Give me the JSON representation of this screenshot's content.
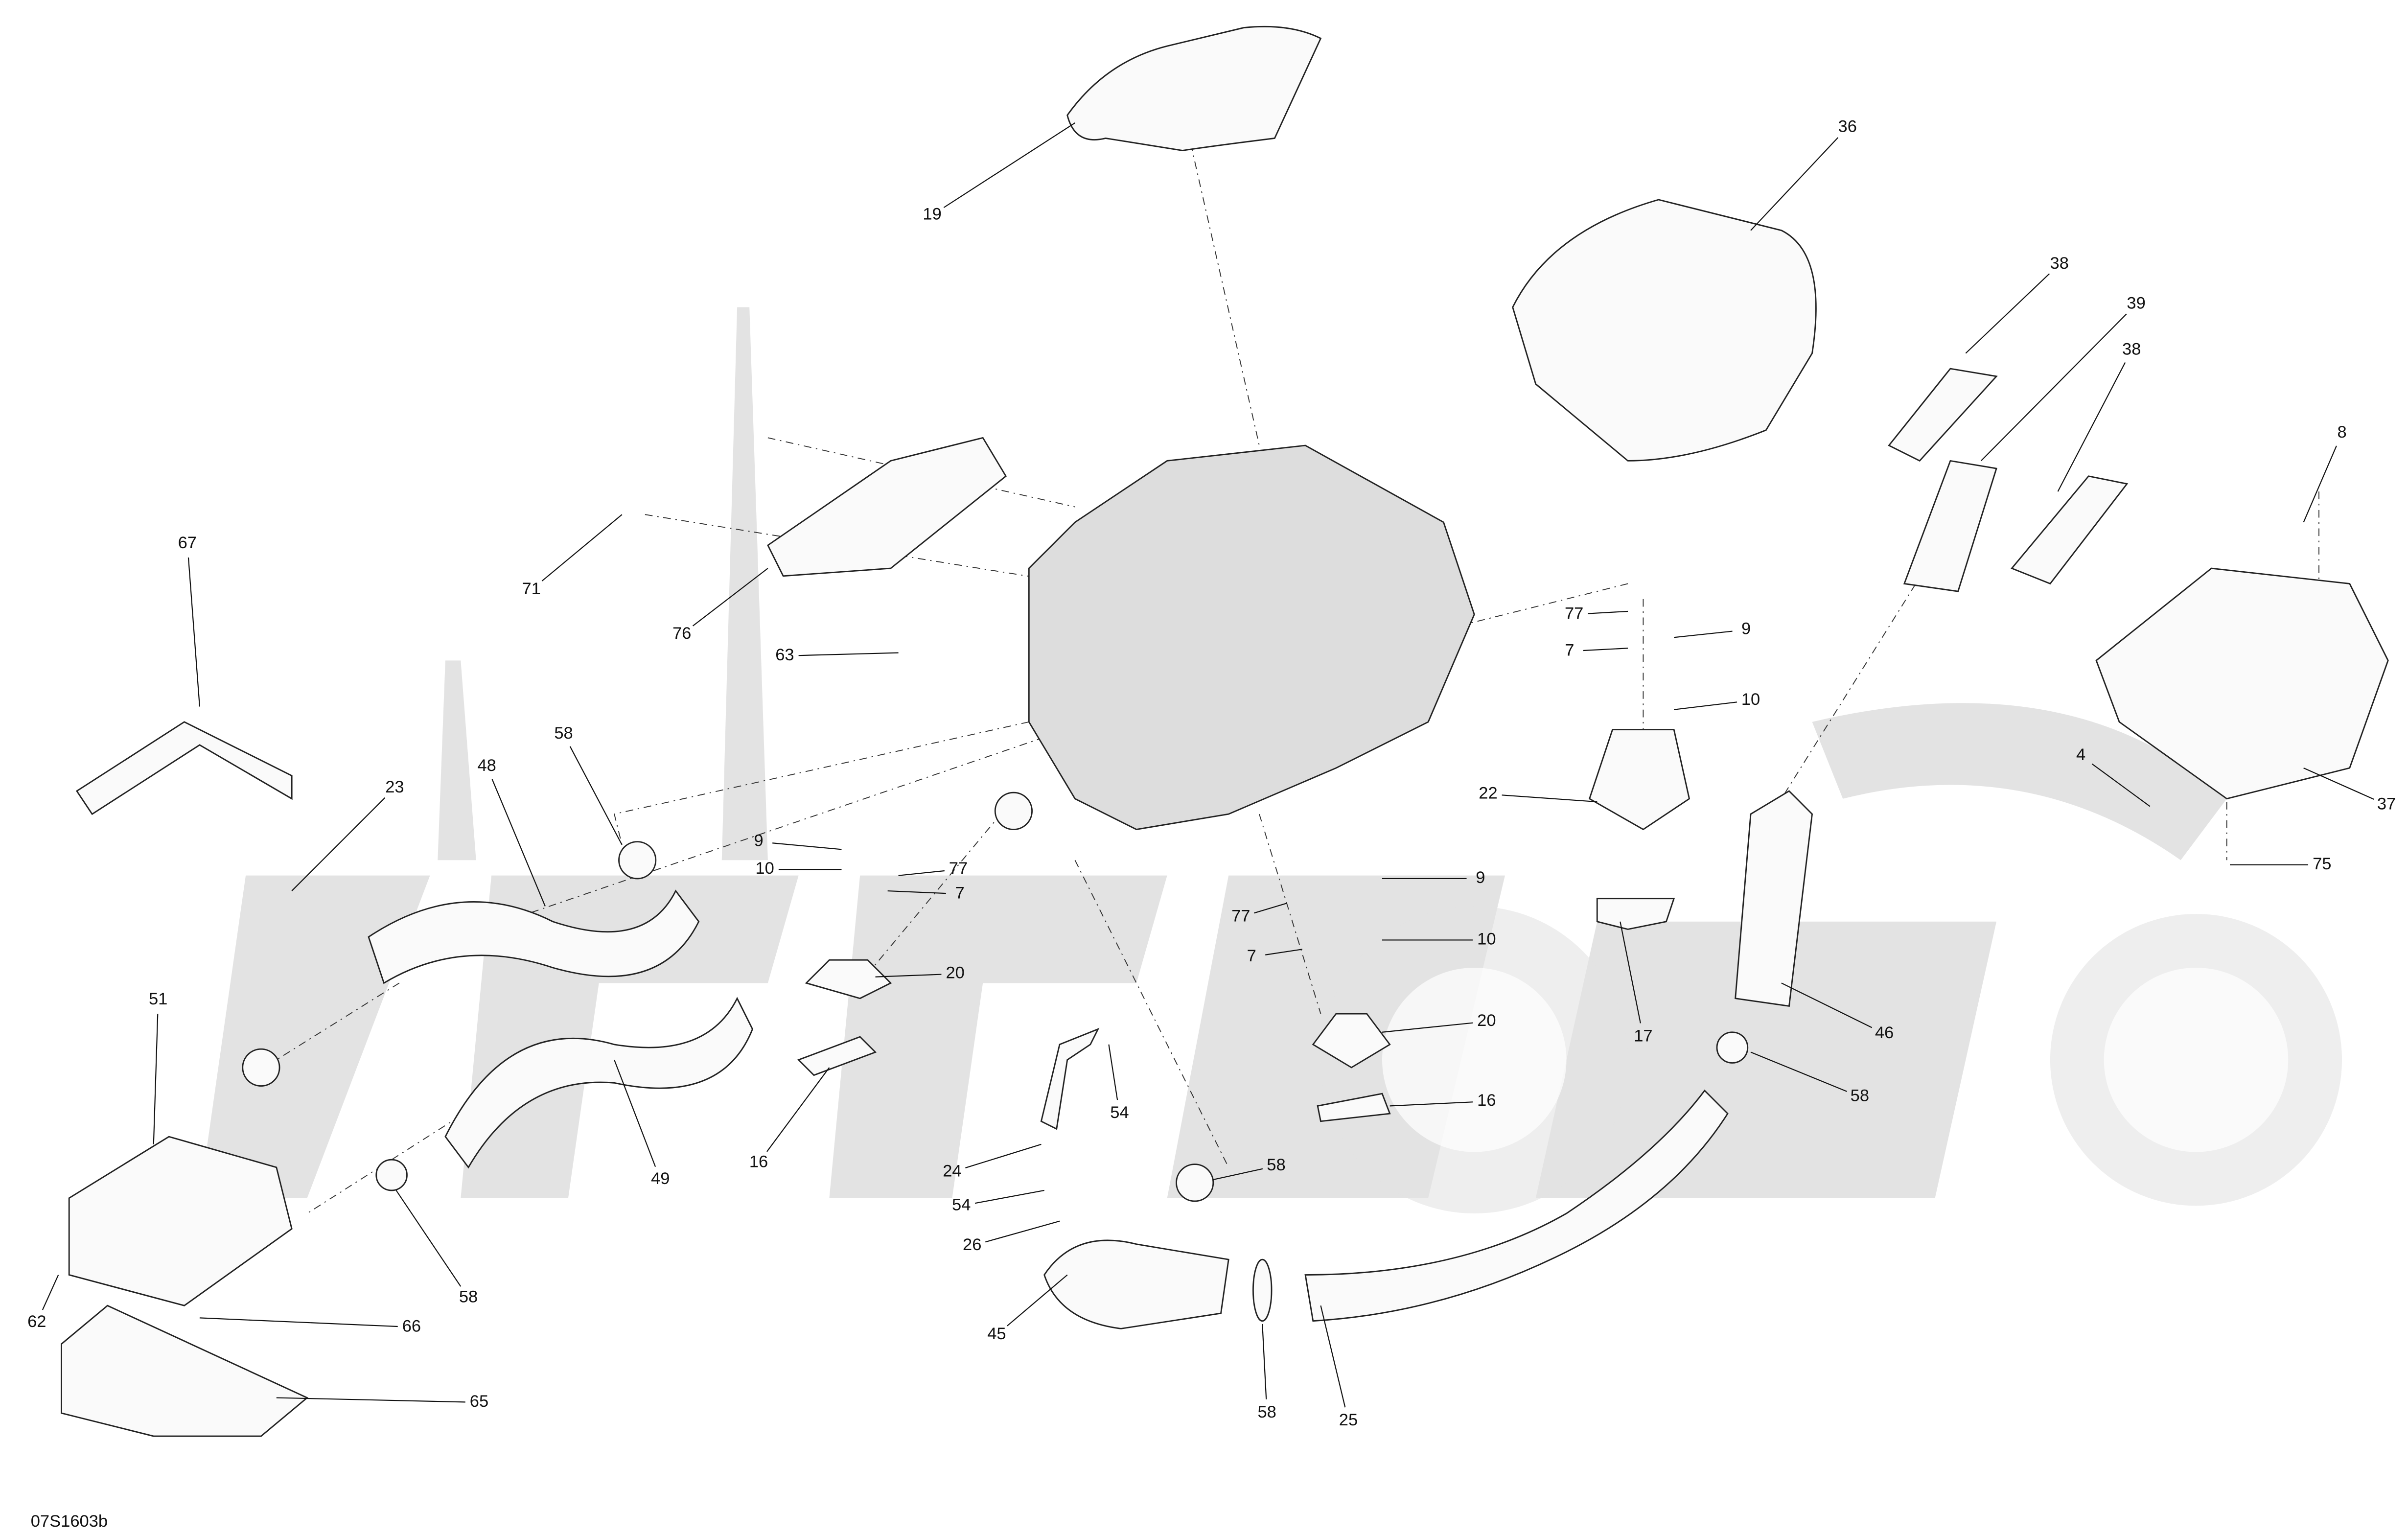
{
  "diagram_code": "07S1603b",
  "callouts": [
    "19",
    "36",
    "38",
    "39",
    "38",
    "8",
    "67",
    "71",
    "76",
    "63",
    "77",
    "9",
    "7",
    "10",
    "22",
    "58",
    "48",
    "23",
    "4",
    "37",
    "75",
    "9",
    "10",
    "77",
    "7",
    "20",
    "9",
    "77",
    "10",
    "7",
    "20",
    "17",
    "46",
    "58",
    "16",
    "51",
    "54",
    "58",
    "16",
    "24",
    "54",
    "49",
    "26",
    "58",
    "62",
    "66",
    "45",
    "65",
    "58",
    "25"
  ]
}
